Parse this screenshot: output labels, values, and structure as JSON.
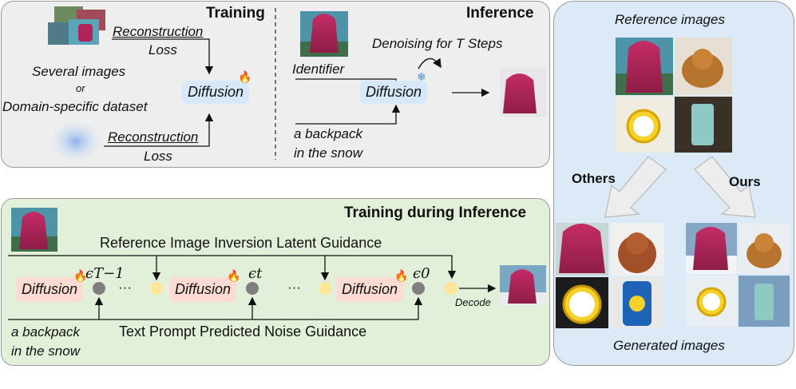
{
  "top_left": {
    "title": "Training",
    "several_images": "Several images",
    "or": "or",
    "domain_dataset": "Domain-specific dataset",
    "recon_top": "Reconstruction",
    "loss_top": "Loss",
    "recon_bottom": "Reconstruction",
    "loss_bottom": "Loss",
    "diffusion": "Diffusion"
  },
  "top_middle": {
    "title": "Inference",
    "denoising": "Denoising for T Steps",
    "identifier": "Identifier",
    "diffusion": "Diffusion",
    "prompt_line1": "a backpack",
    "prompt_line2": "in the snow"
  },
  "bottom": {
    "title": "Training during Inference",
    "guidance_top": "Reference Image Inversion Latent Guidance",
    "guidance_bottom": "Text Prompt Predicted Noise Guidance",
    "diffusion_labels": [
      "Diffusion",
      "Diffusion",
      "Diffusion"
    ],
    "eps_labels": [
      "ϵT−1",
      "ϵt",
      "ϵ0"
    ],
    "dots": "···",
    "decode": "Decode",
    "prompt_line1": "a backpack",
    "prompt_line2": "in the snow"
  },
  "right": {
    "reference_title": "Reference images",
    "others": "Others",
    "ours": "Ours",
    "generated_title": "Generated images"
  },
  "colors": {
    "panel_gray": "#eeeeee",
    "panel_green": "#e2f0d9",
    "panel_blue": "#dce9f7",
    "diffusion_blue": "#d7e8fb",
    "diffusion_pink": "#fcdcd2",
    "node_gray": "#7f7f7f",
    "node_yellow": "#ffe699",
    "backpack": "#b0245a"
  }
}
